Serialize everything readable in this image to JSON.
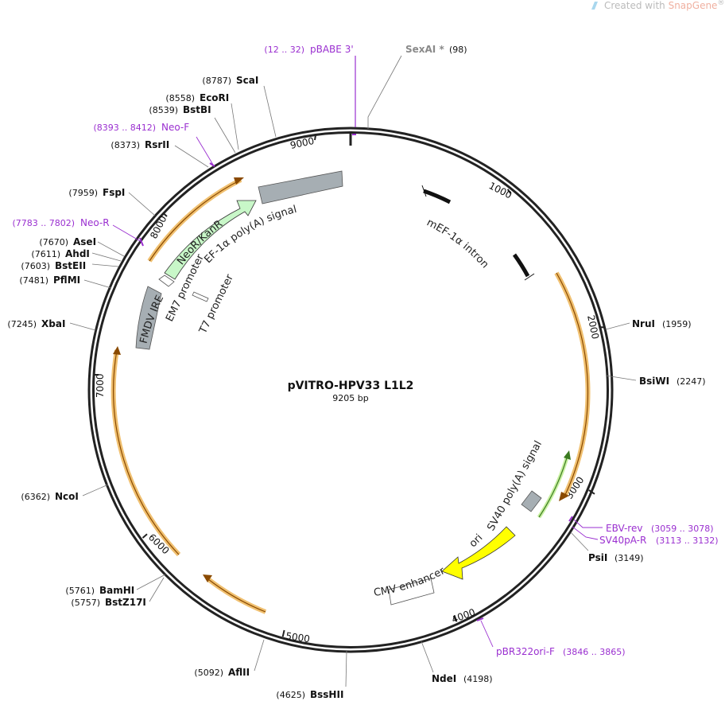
{
  "watermark": {
    "prefix": "Created with ",
    "brand": "SnapGene",
    "reg": "®"
  },
  "plasmid": {
    "name": "pVITRO-HPV33 L1L2",
    "size_label": "9205 bp",
    "length": 9205
  },
  "ticks": [
    "1000",
    "2000",
    "3000",
    "4000",
    "5000",
    "6000",
    "7000",
    "8000",
    "9000"
  ],
  "sites": [
    {
      "name": "ScaI",
      "pos": "(8787)"
    },
    {
      "name": "EcoRI",
      "pos": "(8558)"
    },
    {
      "name": "BstBI",
      "pos": "(8539)"
    },
    {
      "name": "RsrII",
      "pos": "(8373)"
    },
    {
      "name": "FspI",
      "pos": "(7959)"
    },
    {
      "name": "AseI",
      "pos": "(7670)"
    },
    {
      "name": "AhdI",
      "pos": "(7611)"
    },
    {
      "name": "BstEII",
      "pos": "(7603)"
    },
    {
      "name": "PflMI",
      "pos": "(7481)"
    },
    {
      "name": "XbaI",
      "pos": "(7245)"
    },
    {
      "name": "NcoI",
      "pos": "(6362)"
    },
    {
      "name": "BamHI",
      "pos": "(5761)"
    },
    {
      "name": "BstZ17I",
      "pos": "(5757)"
    },
    {
      "name": "AflII",
      "pos": "(5092)"
    },
    {
      "name": "BssHII",
      "pos": "(4625)"
    },
    {
      "name": "NdeI",
      "pos": "(4198)"
    },
    {
      "name": "PsiI",
      "pos": "(3149)"
    },
    {
      "name": "BsiWI",
      "pos": "(2247)"
    },
    {
      "name": "NruI",
      "pos": "(1959)"
    }
  ],
  "sexai": {
    "name": "SexAI *",
    "pos": "(98)"
  },
  "primers": [
    {
      "name": "pBABE 3'",
      "pos": "(12 .. 32)"
    },
    {
      "name": "Neo-F",
      "pos": "(8393 .. 8412)"
    },
    {
      "name": "Neo-R",
      "pos": "(7783 .. 7802)"
    },
    {
      "name": "EBV-rev",
      "pos": "(3059 .. 3078)"
    },
    {
      "name": "SV40pA-R",
      "pos": "(3113 .. 3132)"
    },
    {
      "name": "pBR322ori-F",
      "pos": "(3846 .. 3865)"
    }
  ],
  "features": {
    "ef1a": "EF-1α poly(A) signal",
    "mef1a": "mEF-1α intron",
    "neor": "NeoR/KanR",
    "em7": "EM7 promoter",
    "t7": "T7 promoter",
    "fmdv": "FMDV IRES",
    "sv40pa": "SV40 poly(A) signal",
    "ori": "ori",
    "cmv": "CMV enhancer"
  },
  "colors": {
    "backbone": "#222222",
    "orf_fill": "#f0b860",
    "neo_fill": "#c8f7c8",
    "ori_fill": "#ffff00",
    "grey_feature": "#a6aeb3",
    "primer": "#9a2fd0"
  }
}
